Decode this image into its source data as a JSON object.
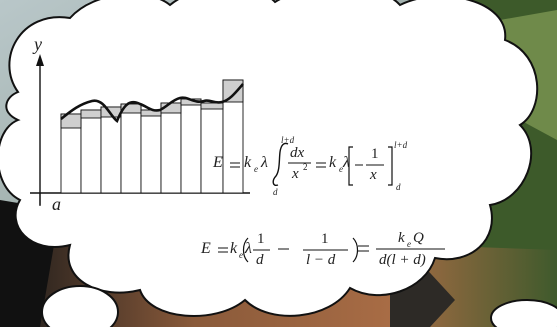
{
  "graph": {
    "y_label": "y",
    "a_label": "a"
  },
  "equation_1": {
    "lhs": "E",
    "coef": "k",
    "coef_sub": "e",
    "lambda": "λ",
    "upper_limit": "l+d",
    "lower_limit": "d",
    "numerator": "dx",
    "denominator": "x",
    "power": "2",
    "one": "1",
    "bracket_upper": "l+d",
    "bracket_lower": "d"
  },
  "equation_2": {
    "lhs": "E",
    "coef": "k",
    "coef_sub": "e",
    "lambda": "λ",
    "frac1_num": "1",
    "frac1_den": "d",
    "frac2_num": "1",
    "frac2_den": "l − d",
    "result_num": "Q",
    "result_den": "d(l + d)"
  },
  "colors": {
    "cloud_fill": "#ffffff",
    "cloud_stroke": "#111111",
    "curve": "#111111",
    "bar_fill": "#ffffff",
    "bar_shade": "#cfcfcf"
  }
}
